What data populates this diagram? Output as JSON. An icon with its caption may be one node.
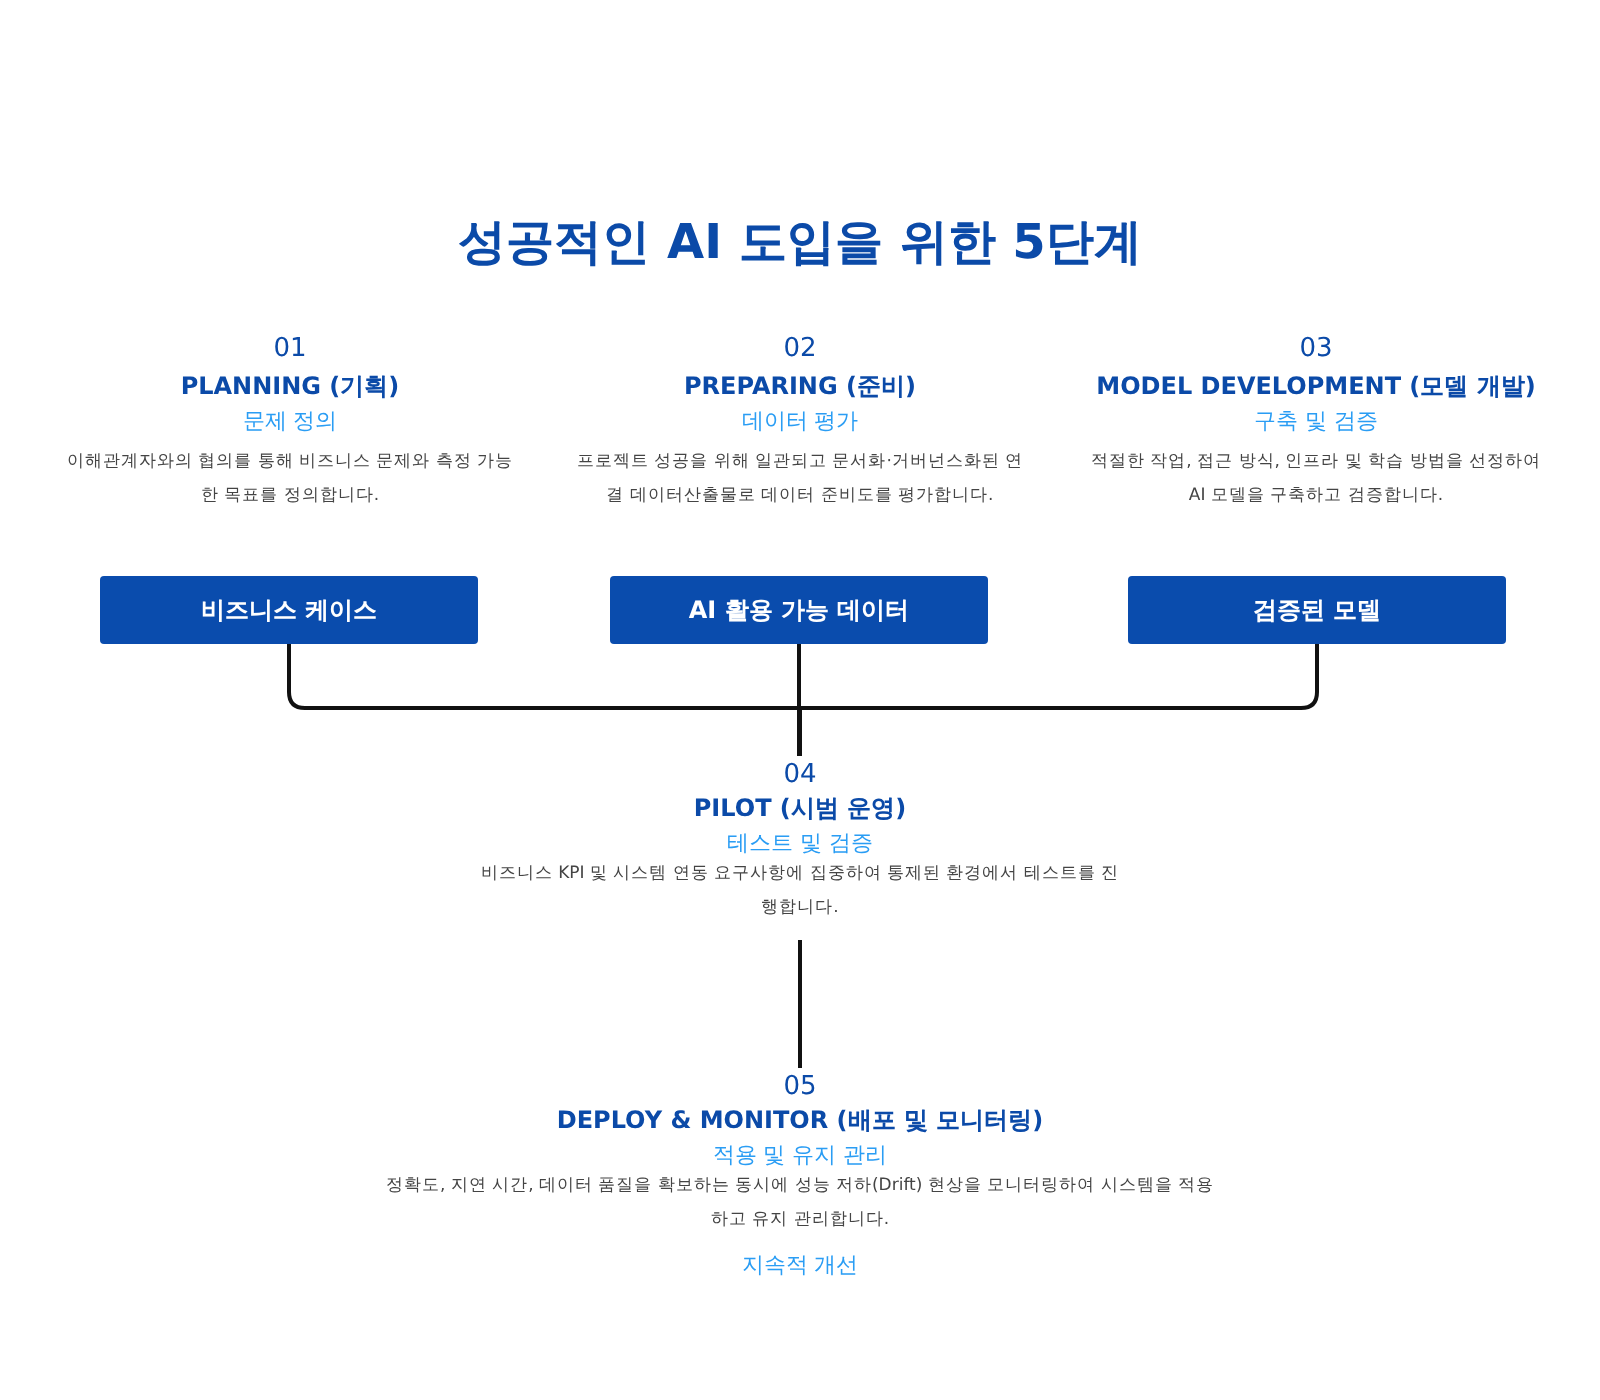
{
  "diagram": {
    "title": "성공적인 AI 도입을 위한 5단계",
    "nodes": [
      {
        "text": [
          "비즈니스 케이스"
        ],
        "beside": [
          "01",
          "PLANNING (기획)",
          "문제 정의",
          "이해관계자와의 협의를 통해 비즈니스 문제와 측정 가능한 목표를 정의합니다."
        ]
      },
      {
        "text": [
          "AI 활용 가능 데이터"
        ],
        "beside": [
          "02",
          "PREPARING (준비)",
          "데이터 평가",
          "프로젝트 성공을 위해 일관되고 문서화·거버넌스화된 연결 데이터산출물로 데이터 준비도를 평가합니다."
        ]
      },
      {
        "text": [
          "검증된 모델"
        ],
        "beside": [
          "03",
          "MODEL DEVELOPMENT (모델 개발)",
          "구축 및 검증",
          "적절한 작업, 접근 방식, 인프라 및 학습 방법을 선정하여 AI 모델을 구축하고 검증합니다."
        ]
      },
      {
        "text": [
          "04",
          "PILOT (시범 운영)",
          "테스트 및 검증",
          "비즈니스 KPI 및 시스템 연동 요구사항에 집중하여 통제된 환경에서 테스트를 진행합니다."
        ]
      },
      {
        "text": [
          "05",
          "DEPLOY & MONITOR (배포 및 모니터링)",
          "적용 및 유지 관리",
          "정확도, 지연 시간, 데이터 품질을 확보하는 동시에 성능 저하(Drift) 현상을 모니터링하여 시스템을 적용하고 유지 관리합니다.",
          "지속적 개선"
        ]
      }
    ],
    "edges": [
      {
        "from": 0,
        "to": 3,
        "arrow": "none"
      },
      {
        "from": 1,
        "to": 3,
        "arrow": "none"
      },
      {
        "from": 2,
        "to": 3,
        "arrow": "none"
      },
      {
        "from": 3,
        "to": 4,
        "arrow": "none"
      }
    ]
  }
}
